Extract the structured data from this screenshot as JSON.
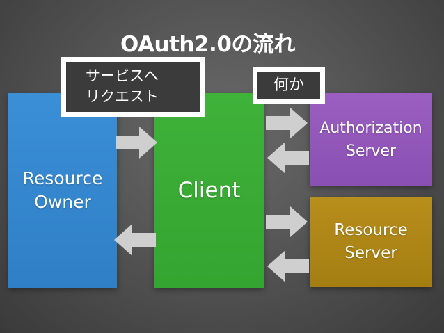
{
  "title": "OAuth2.0の流れ",
  "nodes": {
    "resource_owner": "Resource\nOwner",
    "client": "Client",
    "authorization_server": "Authorization\nServer",
    "resource_server": "Resource\nServer"
  },
  "callouts": {
    "service_request": "サービスへ\nリクエスト",
    "something": "何か"
  },
  "colors": {
    "resource_owner": "#2f7fc6",
    "client": "#34a530",
    "authorization_server": "#8a4fb3",
    "resource_server": "#a47e12",
    "arrow": "#cfcfcf"
  }
}
